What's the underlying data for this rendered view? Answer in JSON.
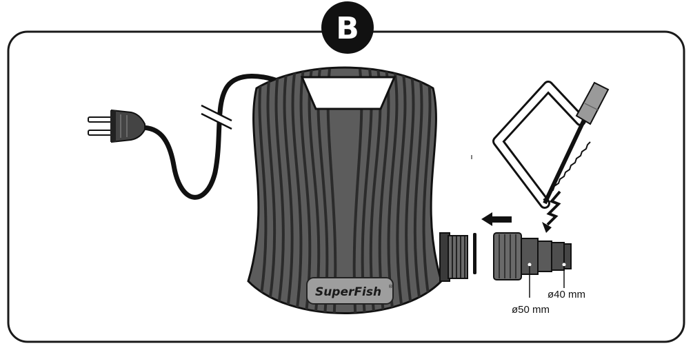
{
  "step_badge": "B",
  "brand_label": "SuperFish",
  "brand_mark": "®",
  "outer_diameter_label": "ø50 mm",
  "inner_diameter_label": "ø40 mm",
  "colors": {
    "frame": "#1a1a1a",
    "pump_body": "#5c5c5c",
    "pump_dark": "#2b2b2b",
    "fitting": "#6a6a6a",
    "saw_handle": "#9a9a9a"
  },
  "icons": [
    "power-plug-icon",
    "cable-break-icon",
    "push-arrow-icon",
    "cut-arrow-icon",
    "hacksaw-icon"
  ]
}
